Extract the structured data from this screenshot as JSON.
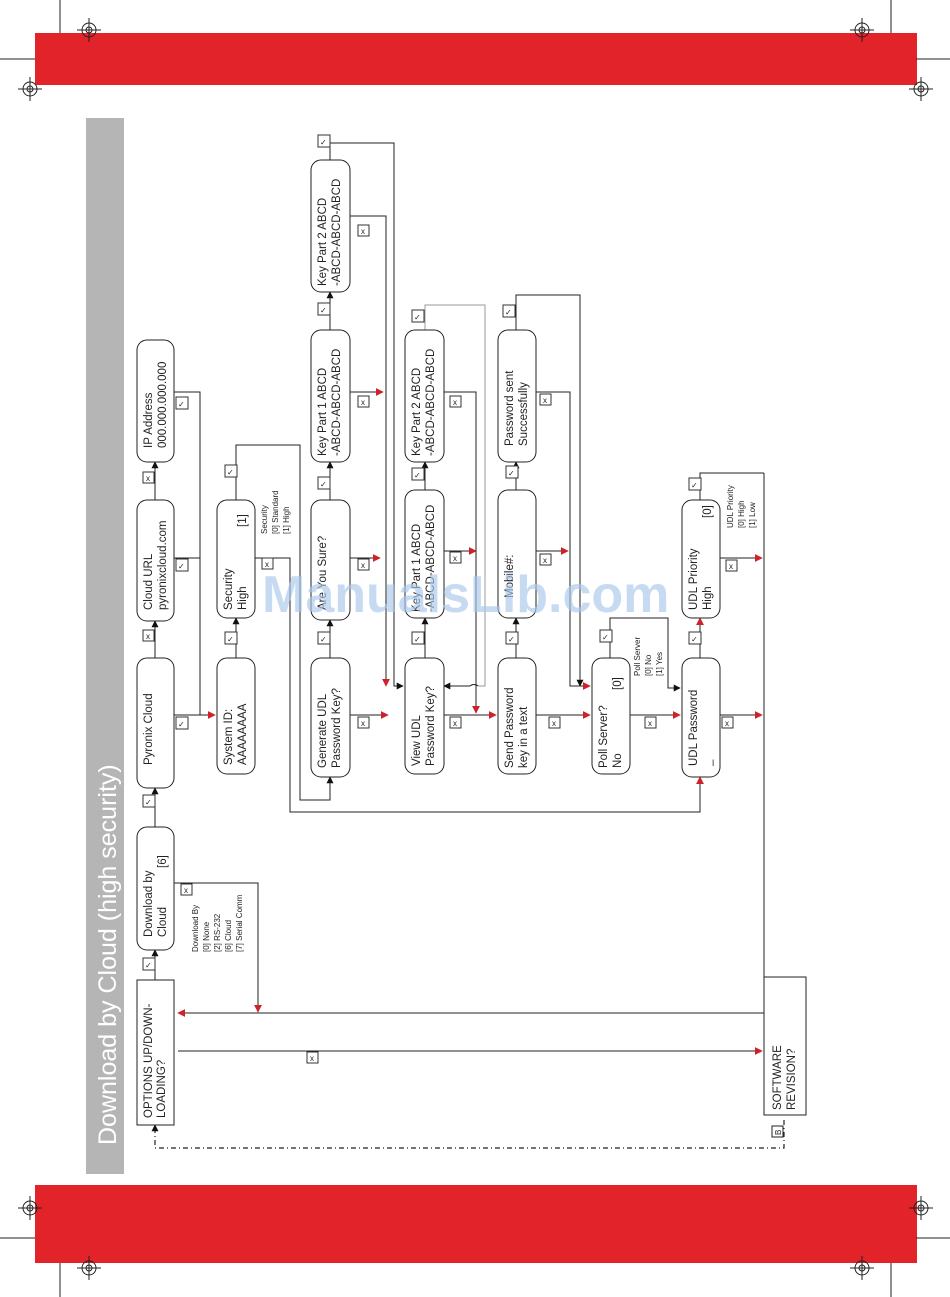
{
  "page_title": "Download by Cloud (high security)",
  "watermark": "ManualsLib.com",
  "colors": {
    "band": "#e2232a",
    "sidebar": "#b5b5b5",
    "arrow": "#d0202a"
  },
  "keys": {
    "yes": "✓",
    "no": "x",
    "b_label": "B"
  },
  "nodes": {
    "options": [
      "OPTIONS UP/DOWN-",
      "LOADING?"
    ],
    "download_by": [
      "Download by",
      "Cloud",
      "[6]"
    ],
    "pyronix": [
      "Pyronix Cloud"
    ],
    "system_id": [
      "System ID:",
      "AAAAAAAA"
    ],
    "cloud_url": [
      "Cloud URL",
      "pyronixcloud.com"
    ],
    "security": [
      "Security",
      "High",
      "[1]"
    ],
    "ip": [
      "IP Address",
      "000.000.000.000"
    ],
    "gen_udl": [
      "Generate UDL",
      "Password Key?"
    ],
    "are_you_sure": [
      "Are You Sure?"
    ],
    "key1a": [
      "Key Part 1    ABCD",
      "-ABCD-ABCD-ABCD"
    ],
    "key2a": [
      "Key Part 2    ABCD",
      "-ABCD-ABCD-ABCD"
    ],
    "view_udl": [
      "View UDL",
      "Password Key?"
    ],
    "key1b": [
      "Key Part 1    ABCD",
      "-ABCD-ABCD-ABCD"
    ],
    "key2b": [
      "Key Part 2    ABCD",
      "-ABCD-ABCD-ABCD"
    ],
    "send_pw": [
      "Send Password",
      "key in a text"
    ],
    "mobile": [
      "Mobile#:"
    ],
    "pw_sent": [
      "Password sent",
      "Successfully"
    ],
    "poll": [
      "Poll Server?",
      "No",
      "[0]"
    ],
    "udl_pw": [
      "UDL Password",
      "_"
    ],
    "udl_priority": [
      "UDL Priority",
      "High",
      "[0]"
    ],
    "software": [
      "SOFTWARE",
      "REVISION?"
    ]
  },
  "option_lists": {
    "download_by": [
      "Download By",
      "[0] None",
      "[2] RS-232",
      "[6] Cloud",
      "[7] Serial Comm"
    ],
    "security": [
      "Security",
      "[0] Standard",
      "[1] High"
    ],
    "poll": [
      "Poll Server",
      "[0] No",
      "[1] Yes"
    ],
    "udl_priority": [
      "UDL Priority",
      "[0] High",
      "[1] Low"
    ]
  }
}
